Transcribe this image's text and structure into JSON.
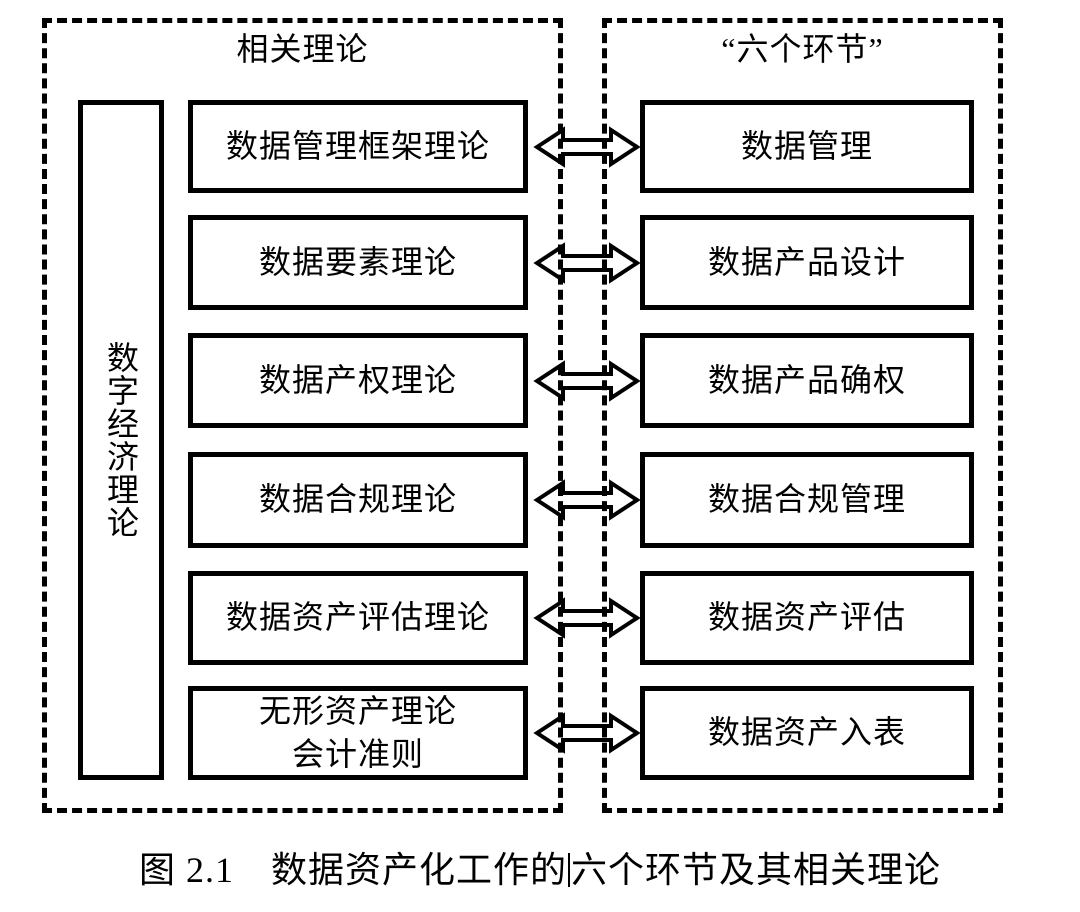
{
  "figure": {
    "left_panel": {
      "title": "相关理论",
      "side_box_label": "数字经济理论",
      "boxes": [
        "数据管理框架理论",
        "数据要素理论",
        "数据产权理论",
        "数据合规理论",
        "数据资产评估理论",
        "无形资产理论\n会计准则"
      ]
    },
    "right_panel": {
      "title": "“六个环节”",
      "boxes": [
        "数据管理",
        "数据产品设计",
        "数据产品确权",
        "数据合规管理",
        "数据资产评估",
        "数据资产入表"
      ]
    },
    "caption": {
      "part1": "图 2.1　数据资产化工作的",
      "part2": "六个环节及其相关理论"
    },
    "colors": {
      "line": "#000000",
      "background": "#ffffff"
    }
  }
}
